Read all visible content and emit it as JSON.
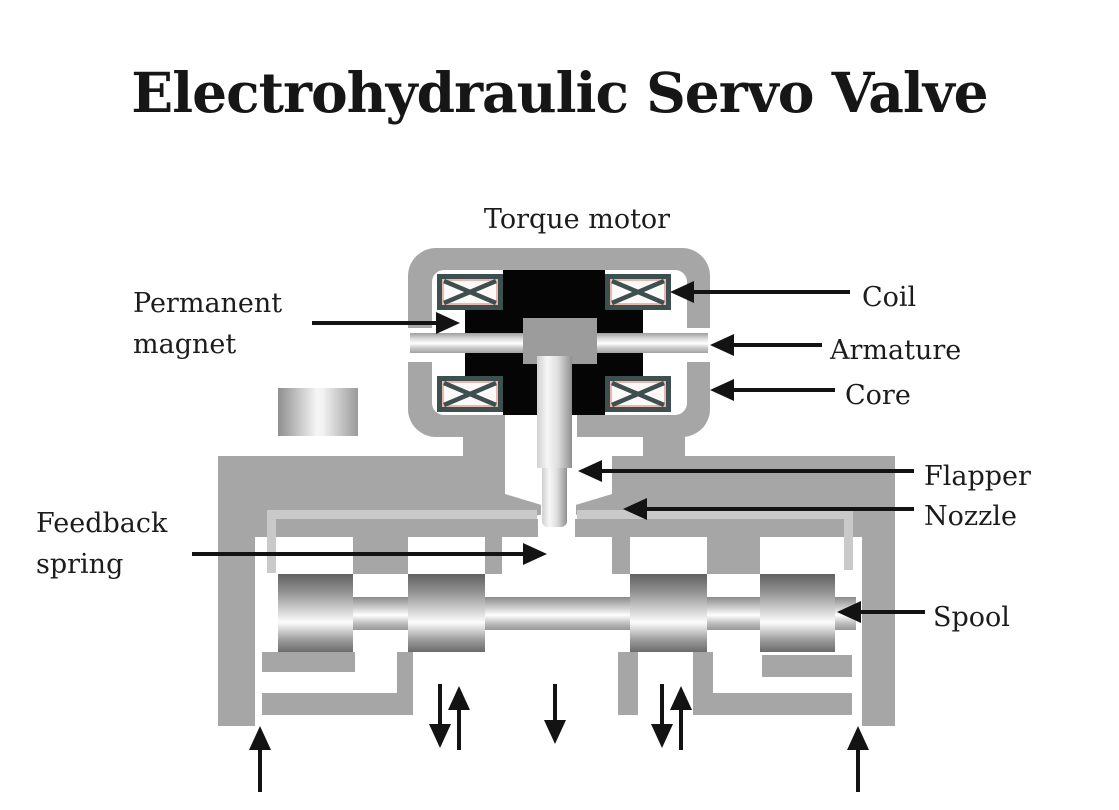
{
  "title": "Electrohydraulic Servo Valve",
  "labels": {
    "torque_motor": "Torque motor",
    "permanent_magnet_1": "Permanent",
    "permanent_magnet_2": "magnet",
    "coil": "Coil",
    "armature": "Armature",
    "core": "Core",
    "flapper": "Flapper",
    "nozzle": "Nozzle",
    "feedback_spring_1": "Feedback",
    "feedback_spring_2": "spring",
    "spool": "Spool"
  },
  "icons": {
    "leader_arrow": "solid black pointer arrow",
    "flow_up_arrow": "upward flow arrow",
    "flow_down_arrow": "downward flow arrow",
    "coil_symbol": "boxed X winding symbol"
  },
  "colors": {
    "background": "#ffffff",
    "body_gray": "#a6a6a6",
    "channel_light_gray": "#c9c9c9",
    "magnet_black": "#050505",
    "coil_border": "#3d4f4f",
    "coil_accent": "#e8b8ae",
    "text": "#1c1c1c",
    "arrow": "#131313"
  }
}
